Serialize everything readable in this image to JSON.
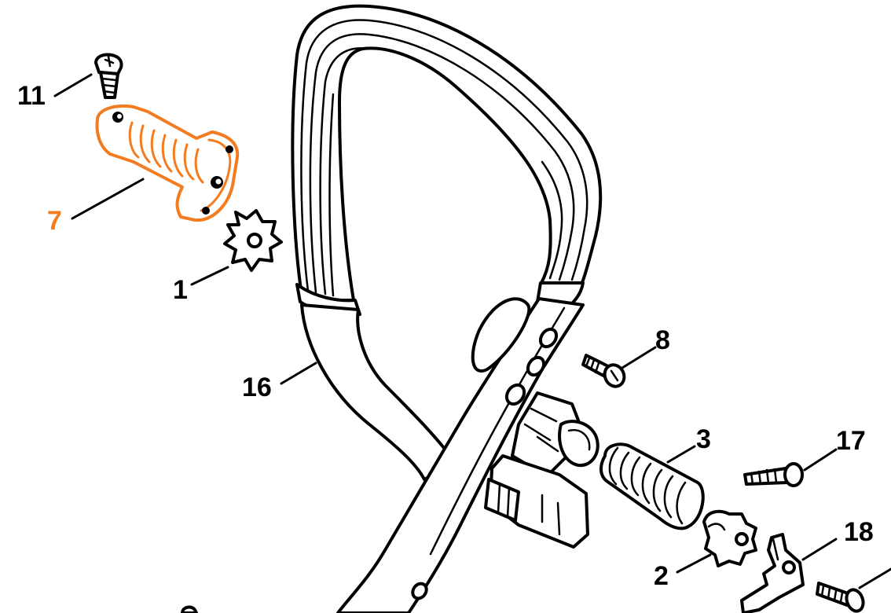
{
  "colors": {
    "outline": "#000000",
    "background": "#ffffff",
    "highlight": "#f47c20"
  },
  "callouts": [
    {
      "id": "11",
      "label": "11",
      "highlighted": false
    },
    {
      "id": "7",
      "label": "7",
      "highlighted": true
    },
    {
      "id": "1",
      "label": "1",
      "highlighted": false
    },
    {
      "id": "16",
      "label": "16",
      "highlighted": false
    },
    {
      "id": "8",
      "label": "8",
      "highlighted": false
    },
    {
      "id": "3",
      "label": "3",
      "highlighted": false
    },
    {
      "id": "17",
      "label": "17",
      "highlighted": false
    },
    {
      "id": "18",
      "label": "18",
      "highlighted": false
    },
    {
      "id": "2",
      "label": "2",
      "highlighted": false
    }
  ]
}
